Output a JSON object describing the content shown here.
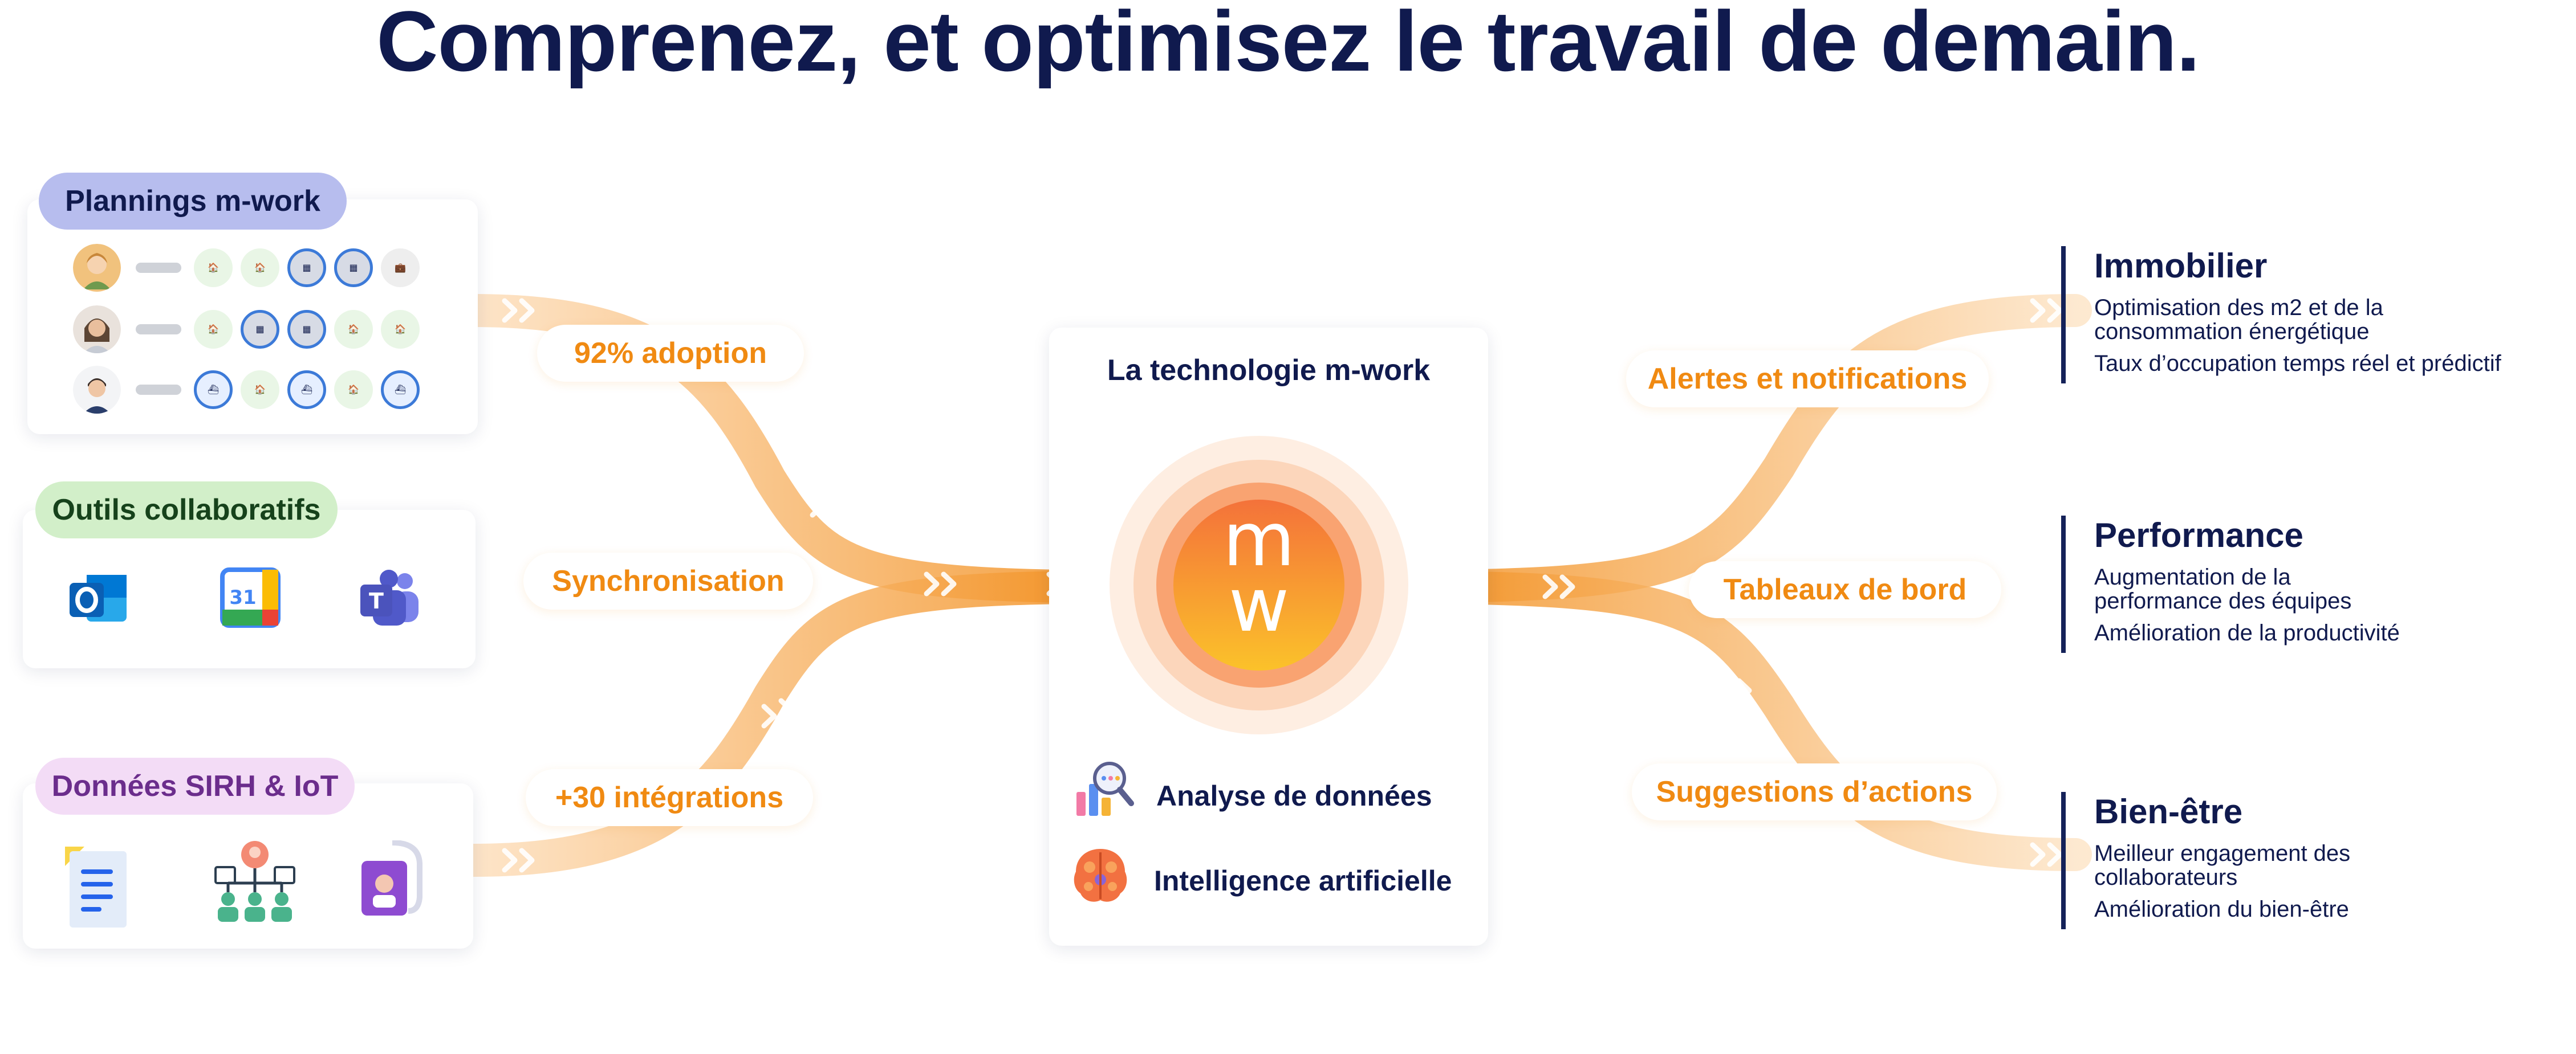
{
  "title": "Comprenez, et optimisez le travail de demain.",
  "colors": {
    "navy": "#101a4e",
    "orange": "#f08a12",
    "flow": "#f7a43a",
    "plannings_pill": "#b7bdee",
    "outils_pill": "#d2efc9",
    "sirh_pill": "#f3dcf6"
  },
  "sources": {
    "plannings": {
      "label": "Plannings m-work",
      "rows": [
        {
          "avatar": "woman-avatar-icon",
          "days": [
            "home",
            "home",
            "office",
            "office",
            "away"
          ]
        },
        {
          "avatar": "woman2-avatar-icon",
          "days": [
            "home",
            "office",
            "office",
            "home",
            "home"
          ]
        },
        {
          "avatar": "man-avatar-icon",
          "days": [
            "remote",
            "home",
            "remote",
            "home",
            "remote"
          ]
        }
      ]
    },
    "outils": {
      "label": "Outils collaboratifs",
      "icons": [
        "outlook-icon",
        "google-calendar-icon",
        "teams-icon"
      ],
      "calendar_number": "31"
    },
    "sirh": {
      "label": "Données SIRH & IoT",
      "icons": [
        "document-icon",
        "org-chart-icon",
        "badge-icon"
      ]
    }
  },
  "flow_labels": {
    "adoption": "92% adoption",
    "synchronisation": "Synchronisation",
    "integrations": "+30 intégrations",
    "alertes": "Alertes et notifications",
    "tableaux": "Tableaux de bord",
    "suggestions": "Suggestions d’actions"
  },
  "tech": {
    "title": "La technologie m-work",
    "logo_m": "m",
    "logo_w": "w",
    "items": [
      {
        "icon": "data-analysis-icon",
        "label": "Analyse de données"
      },
      {
        "icon": "brain-icon",
        "label": "Intelligence artificielle"
      }
    ]
  },
  "outcomes": [
    {
      "title": "Immobilier",
      "lines": [
        "Optimisation des m2 et de la consommation énergétique",
        "Taux d’occupation temps réel et prédictif"
      ]
    },
    {
      "title": "Performance",
      "lines": [
        "Augmentation de la performance des équipes",
        "Amélioration de la productivité"
      ]
    },
    {
      "title": "Bien-être",
      "lines": [
        "Meilleur engagement des collaborateurs",
        "Amélioration du bien-être"
      ]
    }
  ]
}
